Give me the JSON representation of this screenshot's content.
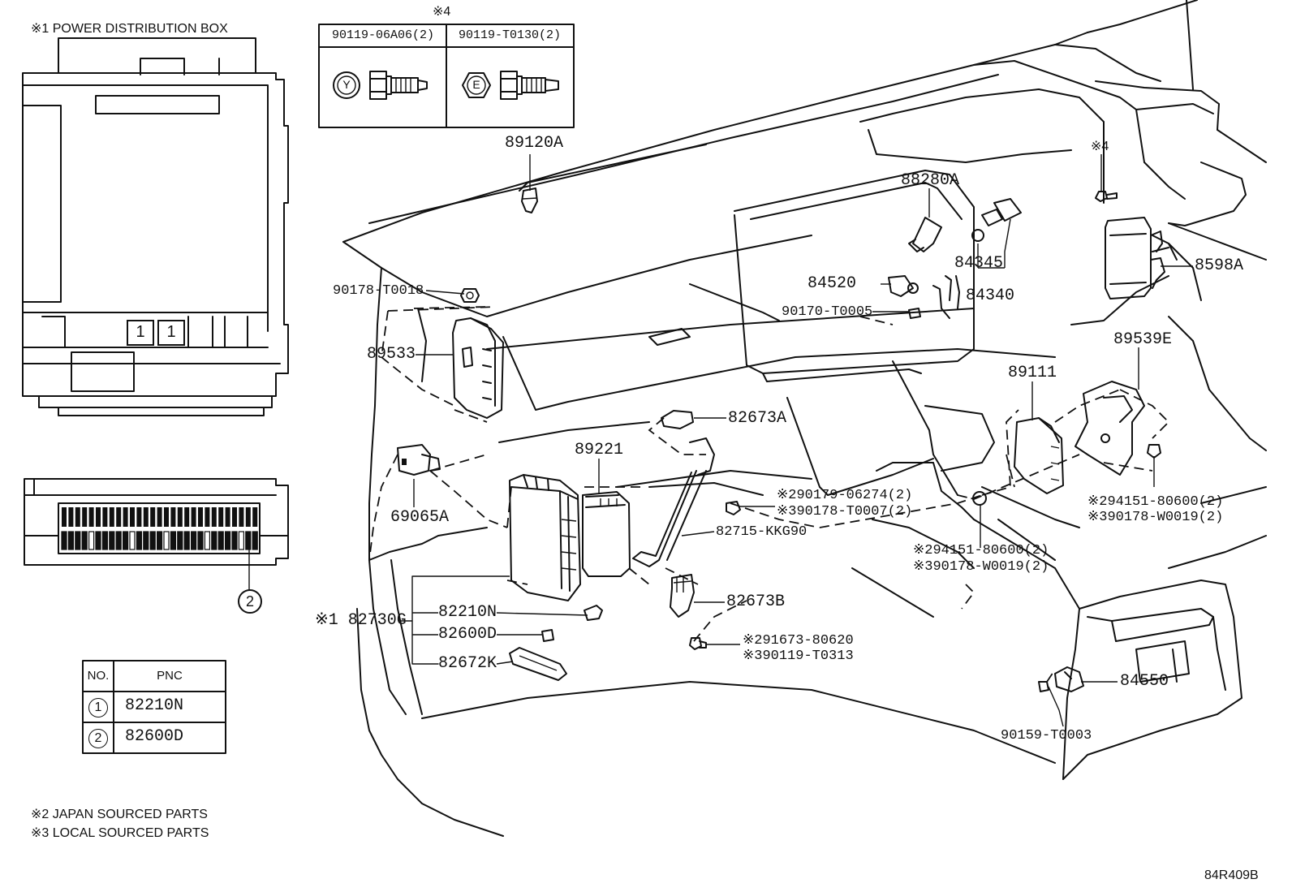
{
  "header": {
    "pdb_title": "※1  POWER DISTRIBUTION BOX"
  },
  "bolt_table": {
    "note": "※4",
    "left_part": "90119-06A06(2)",
    "right_part": "90119-T0130(2)",
    "left_symbol": "Y",
    "right_symbol": "E"
  },
  "pnc_table": {
    "col_no": "NO.",
    "col_pnc": "PNC",
    "rows": [
      {
        "no": "1",
        "pnc": "82210N"
      },
      {
        "no": "2",
        "pnc": "82600D"
      }
    ]
  },
  "box_markers": [
    "1",
    "1",
    "2"
  ],
  "footnotes": [
    "※2 JAPAN SOURCED PARTS",
    "※3 LOCAL SOURCED PARTS"
  ],
  "diagram_id": "84R409B",
  "labels": {
    "p89120A": "89120A",
    "p88280A": "88280A",
    "note4": "※4",
    "p84345": "84345",
    "p8598A": "8598A",
    "p84520": "84520",
    "p84340": "84340",
    "p90178T0018": "90178-T0018",
    "p90170T0005": "90170-T0005",
    "p89533": "89533",
    "p89539E": "89539E",
    "p89111": "89111",
    "p82673A": "82673A",
    "p89221": "89221",
    "p69065A": "69065A",
    "p90179": "※290179-06274(2)",
    "p90178T0007": "※390178-T0007(2)",
    "p94151a": "※294151-80600(2)",
    "p90178W0019a": "※390178-W0019(2)",
    "p82715": "82715-KKG90",
    "p94151b": "※294151-80600(2)",
    "p90178W0019b": "※390178-W0019(2)",
    "p82730G": "※1 82730G",
    "p82210N": "82210N",
    "p82600D": "82600D",
    "p82672K": "82672K",
    "p82673B": "82673B",
    "p91673": "※291673-80620",
    "p90119T0313": "※390119-T0313",
    "p84550": "84550",
    "p90159": "90159-T0003"
  }
}
